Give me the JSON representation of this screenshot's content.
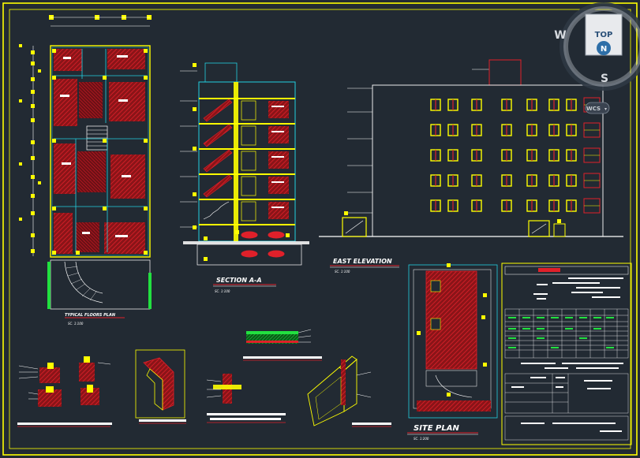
{
  "titles": {
    "typical_plan": "TYPICAL FLOORS PLAN",
    "typical_plan_scale": "SC. 1:100",
    "section": "SECTION A-A",
    "section_scale": "SC. 1:100",
    "elevation": "EAST ELEVATION",
    "elevation_scale": "SC. 1:100",
    "site_plan": "SITE  PLAN",
    "site_plan_scale": "SC. 1:200"
  },
  "viewcube": {
    "top": "TOP",
    "north": "N",
    "west": "W",
    "south": "S",
    "wcs": "WCS"
  },
  "colors": {
    "background": "#222a33",
    "frame": "#ffff00",
    "wall_red": "#e0202a",
    "cyan": "#22d0e0",
    "green": "#22e040",
    "white": "#ffffff",
    "magenta": "#e040e0"
  }
}
